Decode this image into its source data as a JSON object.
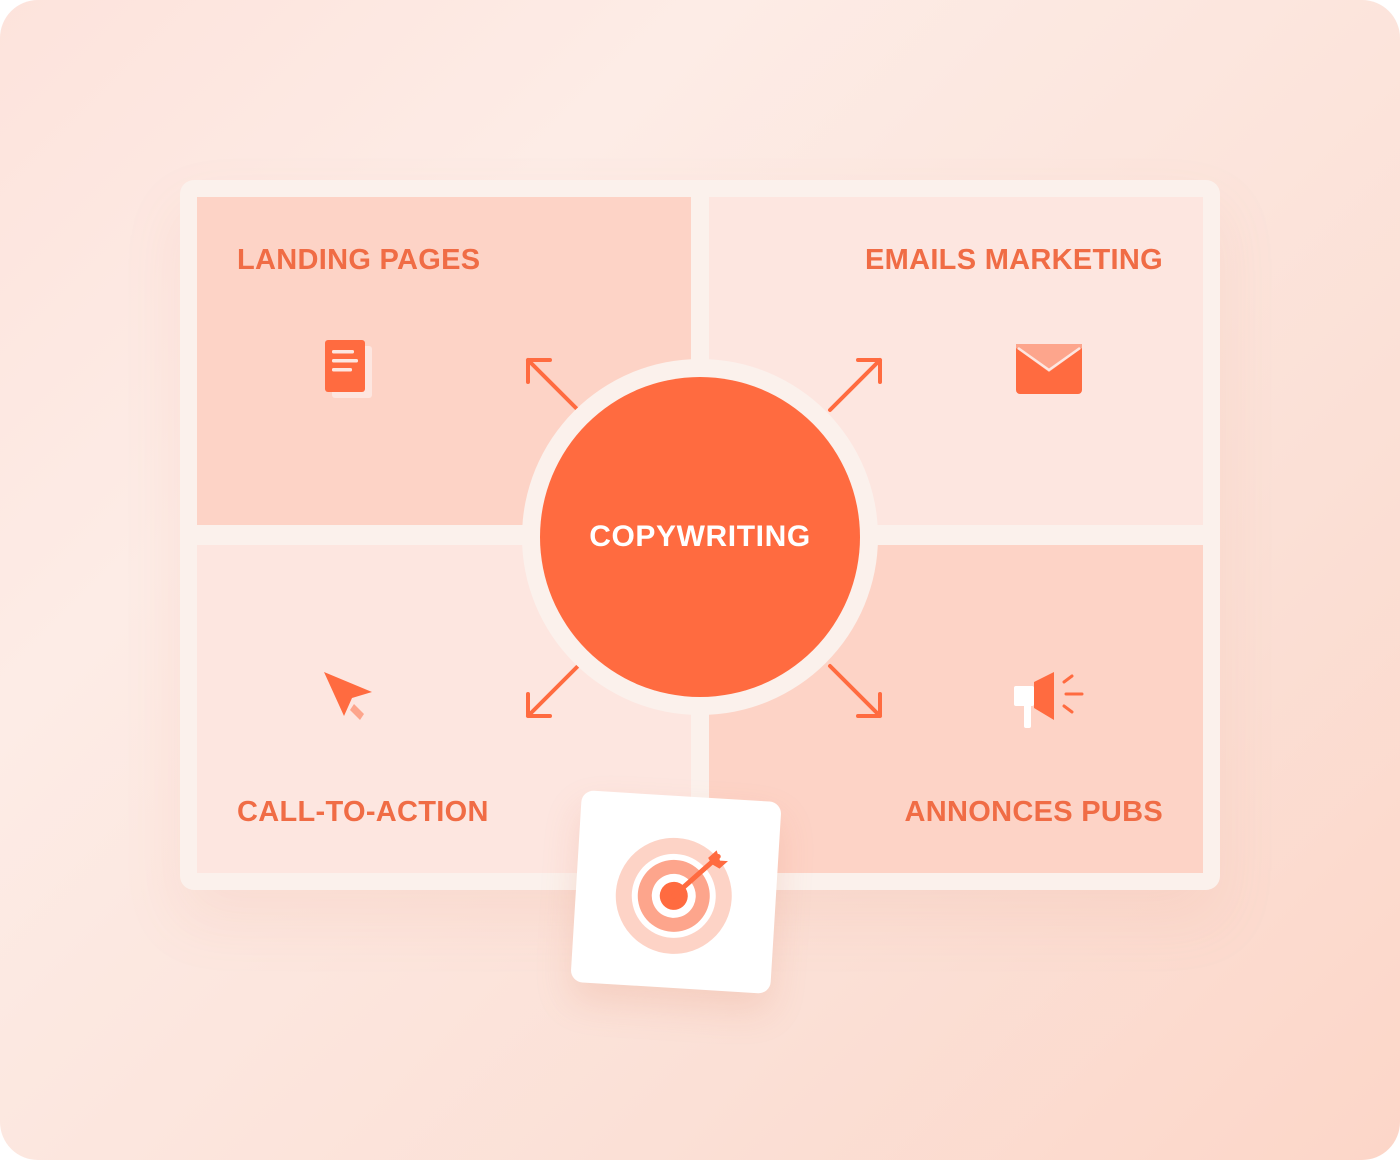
{
  "diagram": {
    "center": {
      "label": "COPYWRITING"
    },
    "quadrants": [
      {
        "id": "top-left",
        "label": "LANDING PAGES",
        "icon": "document-icon"
      },
      {
        "id": "top-right",
        "label": "EMAILS MARKETING",
        "icon": "envelope-icon"
      },
      {
        "id": "bottom-left",
        "label": "CALL-TO-ACTION",
        "icon": "cursor-arrow-icon"
      },
      {
        "id": "bottom-right",
        "label": "ANNONCES PUBS",
        "icon": "megaphone-icon"
      }
    ],
    "badge": {
      "icon": "target-icon"
    }
  },
  "colors": {
    "accent": "#ff6b40",
    "text_accent": "#f06c45",
    "quadrant_dark": "#fdd3c6",
    "quadrant_light": "#fde6e0",
    "board": "#fbf1ec"
  }
}
